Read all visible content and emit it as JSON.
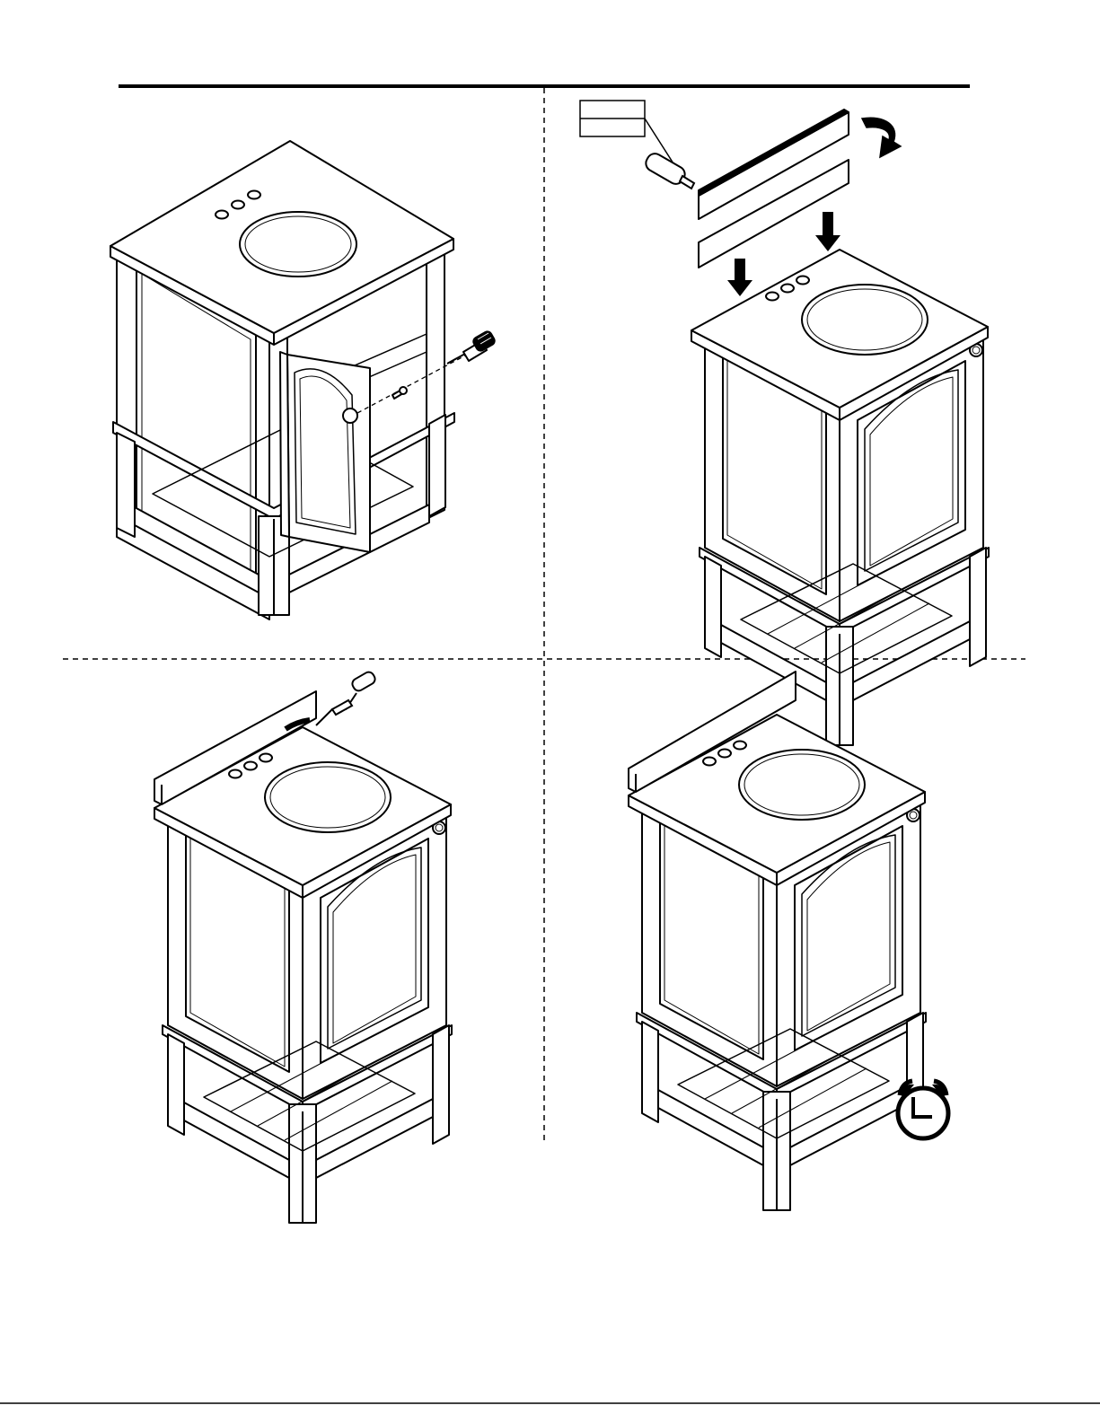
{
  "page": {
    "title": ""
  },
  "steps": [
    {
      "id": "step-1",
      "action": "attach-knob-to-door-with-screwdriver"
    },
    {
      "id": "step-2",
      "action": "apply-adhesive-to-backsplash-and-place-on-top",
      "callout_label": ""
    },
    {
      "id": "step-3",
      "action": "apply-sealant-along-backsplash-seam"
    },
    {
      "id": "step-4",
      "action": "wait-for-adhesive-to-cure"
    }
  ],
  "icons": {
    "screwdriver": "screwdriver-icon",
    "glue": "glue-tube-icon",
    "rotate": "rotate-arrow-icon",
    "down_arrow": "down-arrow-icon",
    "caulk": "caulk-gun-icon",
    "clock": "alarm-clock-icon"
  },
  "colors": {
    "ink": "#000000",
    "paper": "#ffffff"
  }
}
